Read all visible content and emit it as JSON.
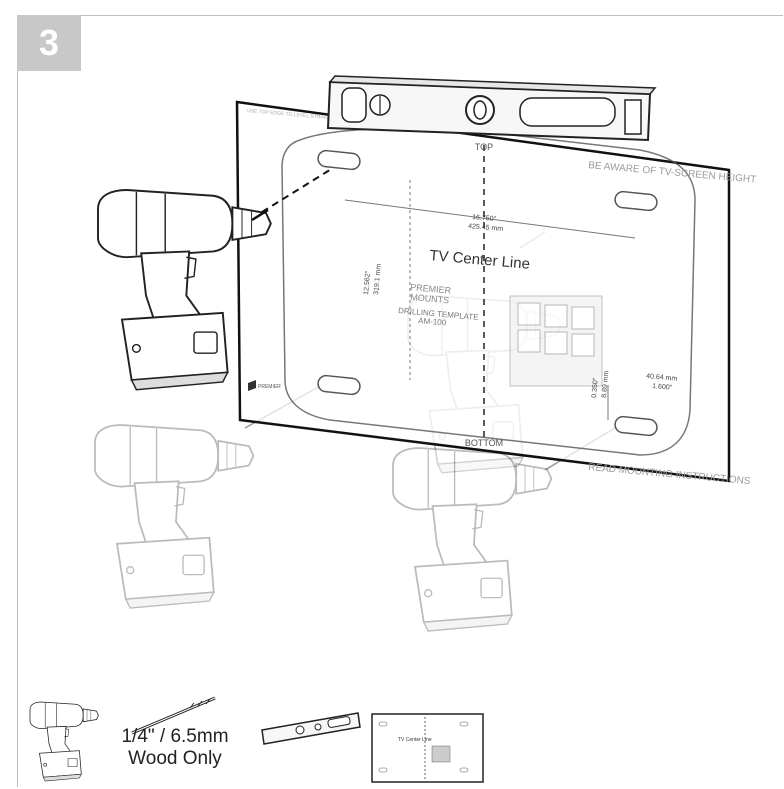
{
  "step": {
    "number": "3"
  },
  "template": {
    "top_label": "TOP",
    "bottom_label": "BOTTOM",
    "warning_top": "BE AWARE OF TV-SCREEN HEIGHT",
    "warning_bottom": "READ MOUNTING INSTRUCTIONS",
    "center_line": "TV Center Line",
    "brand_line1": "PREMIER",
    "brand_line2": "MOUNTS",
    "title_line1": "DRILLING TEMPLATE",
    "title_line2": "AM-100",
    "level_hint": "USE TOP EDGE TO LEVEL STRAIGHT LINE",
    "dim_width_in": "16.750\"",
    "dim_width_mm": "425.45 mm",
    "dim_height_in": "12.562\"",
    "dim_height_mm": "319.1 mm",
    "dim_offset_in": "0.350\"",
    "dim_offset_mm": "8.89 mm",
    "dim_side_mm": "40.64 mm",
    "dim_side_in": "1.600\""
  },
  "tools": {
    "bit_line1": "1/4\" / 6.5mm",
    "bit_line2": "Wood Only",
    "thumb_center_line": "TV Center Line"
  },
  "colors": {
    "badge": "#c8c8c8",
    "frame": "#bdbdbd",
    "ink": "#222222"
  }
}
